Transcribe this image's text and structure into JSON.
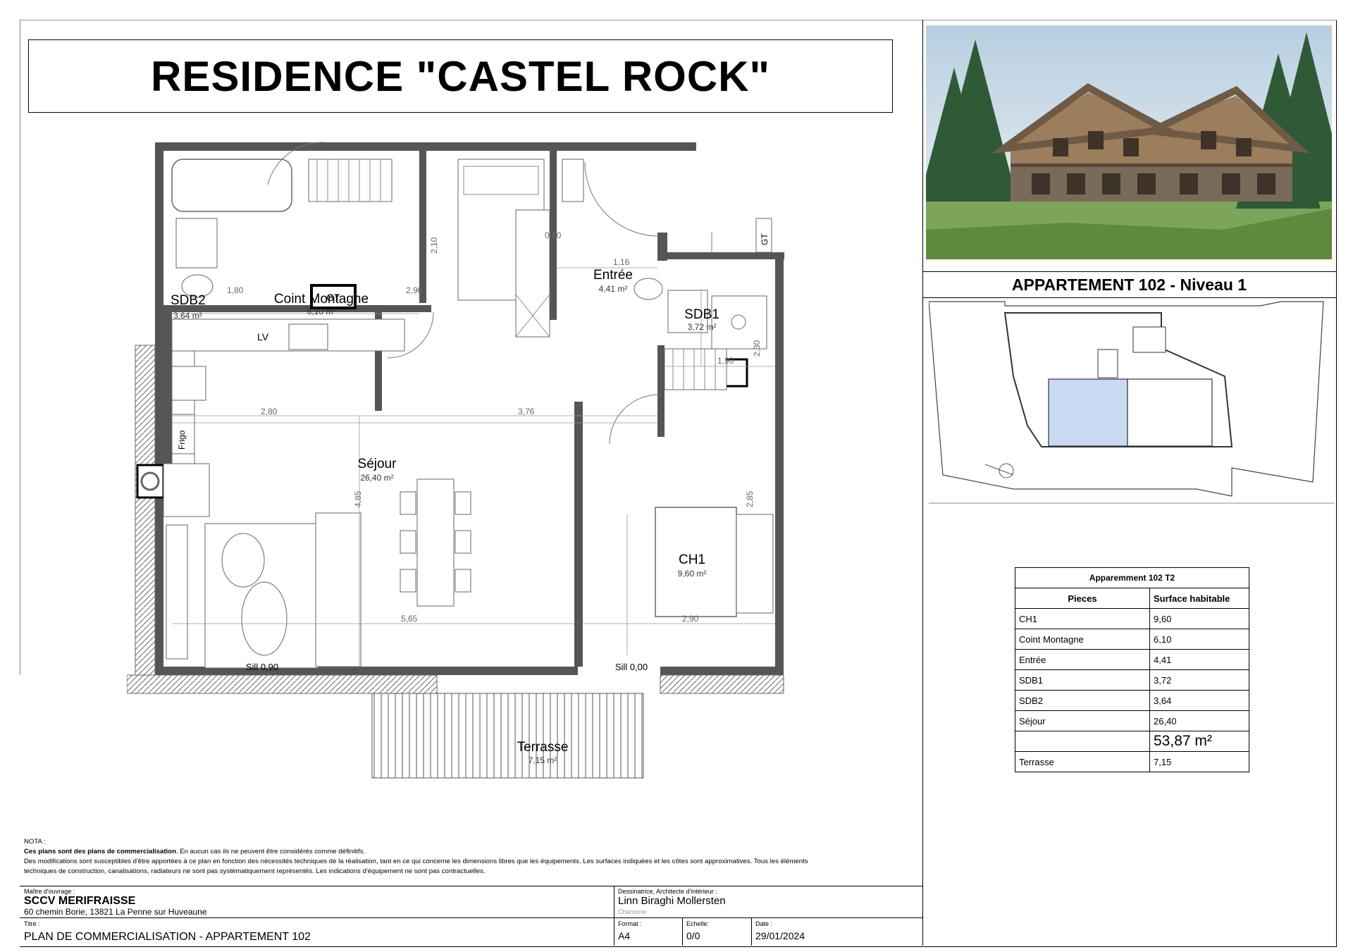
{
  "title": "RESIDENCE \"CASTEL ROCK\"",
  "apartment_title": "APPARTEMENT 102 - Niveau 1",
  "rooms": {
    "sdb2": {
      "name": "SDB2",
      "area": "3,64 m²"
    },
    "coint": {
      "name": "Coint Montagne",
      "area": "6,10 m²"
    },
    "entree": {
      "name": "Entrée",
      "area": "4,41 m²"
    },
    "sdb1": {
      "name": "SDB1",
      "area": "3,72 m²"
    },
    "sejour": {
      "name": "Séjour",
      "area": "26,40 m²"
    },
    "ch1": {
      "name": "CH1",
      "area": "9,60 m²"
    },
    "terrasse": {
      "name": "Terrasse",
      "area": "7,15 m²"
    }
  },
  "fixtures": {
    "gt": "GT",
    "lv": "LV",
    "frigo": "Frigo",
    "sill_left": "Sill 0,90",
    "sill_right": "Sill 0,00"
  },
  "dimensions": {
    "d210": "2,10",
    "d060": "0,60",
    "d116": "1,16",
    "d180": "1,80",
    "d290a": "2,90",
    "d230": "2,30",
    "d190": "1,90",
    "d280": "2,80",
    "d376": "3,76",
    "d485": "4,85",
    "d285": "2,85",
    "d565": "5,65",
    "d290b": "2,90"
  },
  "surface_table": {
    "caption": "Apparemment  102 T2",
    "headers": [
      "Pieces",
      "Surface habitable"
    ],
    "rows": [
      {
        "piece": "CH1",
        "surface": "9,60"
      },
      {
        "piece": "Coint Montagne",
        "surface": "6,10"
      },
      {
        "piece": "Entrée",
        "surface": "4,41"
      },
      {
        "piece": "SDB1",
        "surface": "3,72"
      },
      {
        "piece": "SDB2",
        "surface": "3,64"
      },
      {
        "piece": "Séjour",
        "surface": "26,40"
      }
    ],
    "total": "53,87 m²",
    "extra": {
      "piece": "Terrasse",
      "surface": "7,15"
    }
  },
  "notes": {
    "heading": "NOTA :",
    "bold": "Ces plans sont des plans de commercialisation",
    "line1_rest": ". En aucun cas ils ne peuvent être considérés comme définitifs.",
    "line2": "Des modifications sont susceptibles d'être apportées à ce plan en fonction des nécessités techniques de la réalisation, tant en ce qui concerne les dimensions libres que les équipements. Les surfaces indiquées et les côtes sont approximatives. Tous les éléments",
    "line3": "techniques de construction, canalisations, radiateurs ne sont pas systématiquement représentés. Les indications d'équipement ne sont pas contractuelles."
  },
  "title_block": {
    "owner_label": "Maître d'ouvrage :",
    "owner_name": "SCCV MERIFRAISSE",
    "owner_address": "60 chemin Borie, 13821 La Penne sur Huveaune",
    "designer_label": "Dessinatrice, Architecte d'intérieur :",
    "designer_name": "Linn Biraghi Mollersten",
    "designer_city": "Chamonix",
    "title_label": "Titre :",
    "title_value": "PLAN DE COMMERCIALISATION - APPARTEMENT 102",
    "format_label": "Format :",
    "format_value": "A4",
    "scale_label": "Echelle:",
    "scale_value": "0/0",
    "date_label": "Date :",
    "date_value": "29/01/2024"
  },
  "colors": {
    "plan_highlight": "#c9daf4",
    "wall": "#444444",
    "dimension": "#777777"
  }
}
